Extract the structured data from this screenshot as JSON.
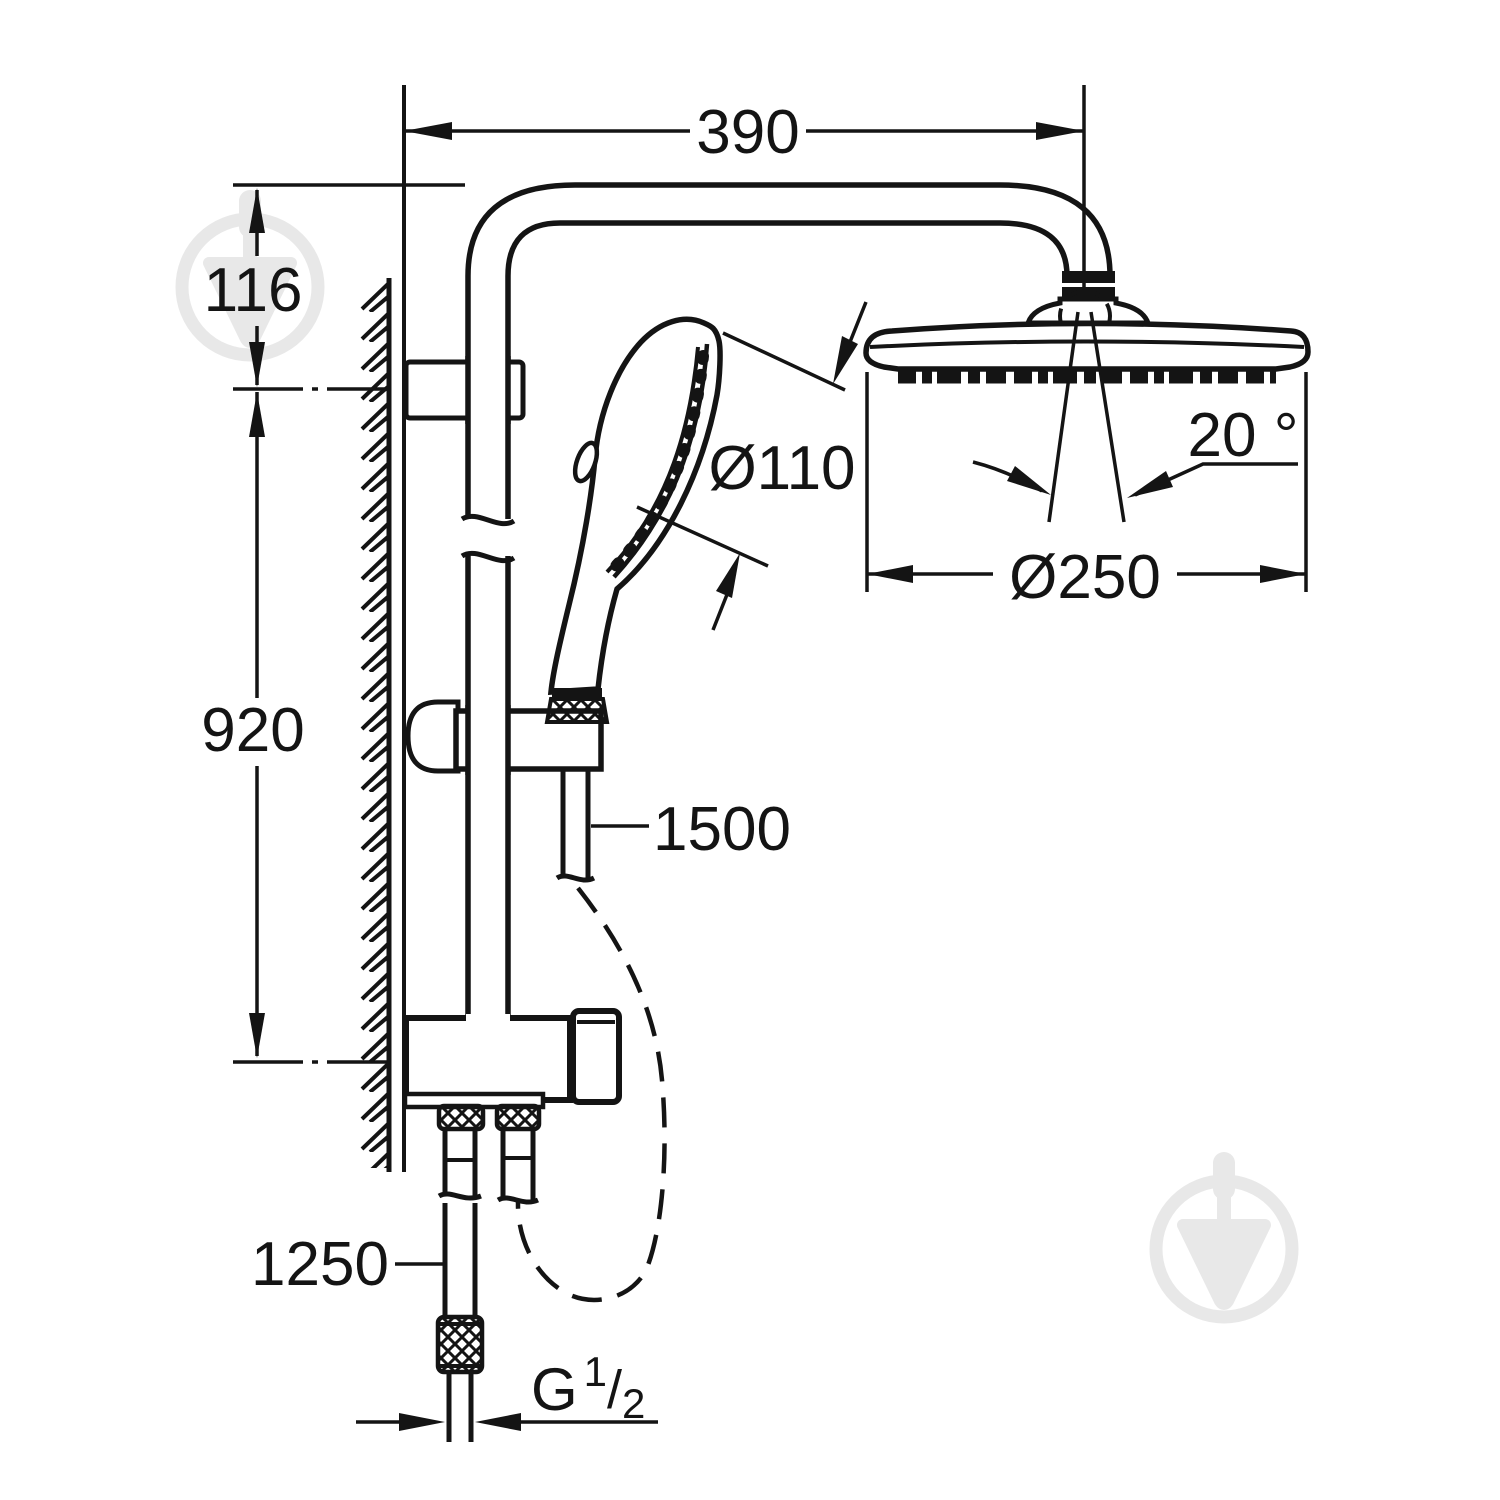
{
  "figure": {
    "kind": "shower-system dimensional technical drawing",
    "background_color": "#ffffff",
    "line_color": "#141414",
    "watermark_color": "#e8e8e8"
  },
  "dimensions": {
    "top_width": "390",
    "wall_offset": "116",
    "bar_height": "920",
    "hand_shower_diameter": "Ø110",
    "head_tilt_angle": "20 °",
    "head_diameter": "Ø250",
    "shower_hose_length": "1500",
    "supply_hose_length": "1250",
    "thread": {
      "letter": "G",
      "numerator": "1",
      "slash": "/",
      "denominator": "2"
    }
  }
}
